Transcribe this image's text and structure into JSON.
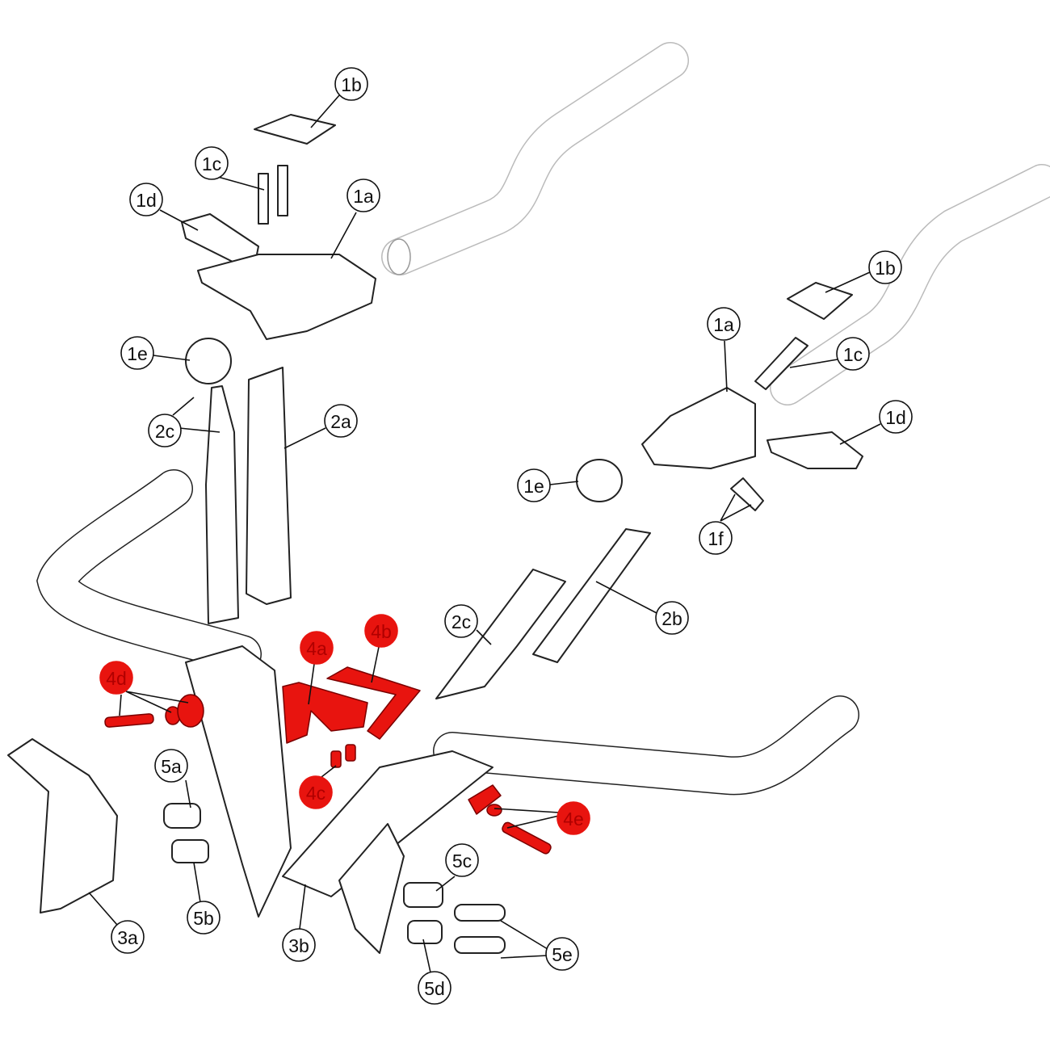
{
  "diagram": {
    "colors": {
      "highlight": "#e8140f",
      "outline": "#222222",
      "ghost": "#c8c8c8"
    },
    "labels": {
      "l_1b": "1b",
      "l_1c": "1c",
      "l_1d": "1d",
      "l_1a": "1a",
      "l_1e": "1e",
      "l_2c": "2c",
      "l_2a": "2a",
      "r_1b": "1b",
      "r_1a": "1a",
      "r_1c": "1c",
      "r_1d": "1d",
      "r_1e": "1e",
      "r_1f": "1f",
      "r_2b": "2b",
      "r_2c": "2c",
      "h_4a": "4a",
      "h_4b": "4b",
      "h_4c": "4c",
      "h_4d": "4d",
      "h_4e": "4e",
      "b_5a": "5a",
      "b_5b": "5b",
      "b_5c": "5c",
      "b_5d": "5d",
      "b_5e": "5e",
      "b_3a": "3a",
      "b_3b": "3b"
    }
  }
}
